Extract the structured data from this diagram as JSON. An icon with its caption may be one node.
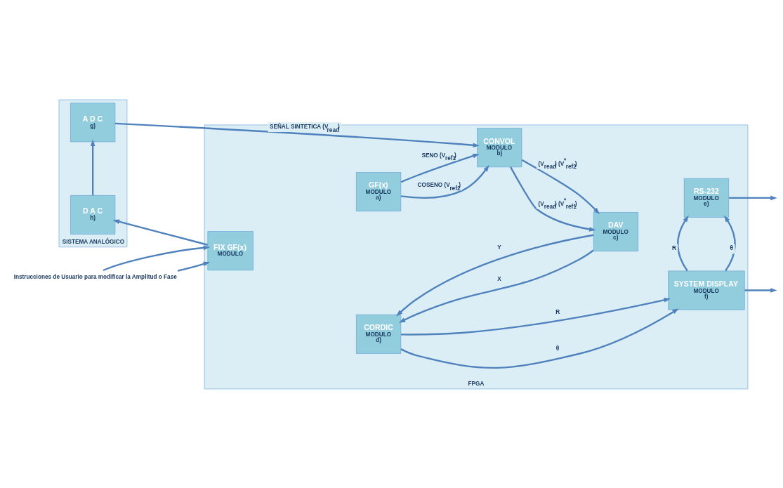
{
  "diagram": {
    "nodes": [
      {
        "text": [
          "SISTEMA ANALÓGICO"
        ]
      },
      {
        "text": [
          "A D C",
          "g)"
        ],
        "in": 0
      },
      {
        "text": [
          "D A C",
          "h)"
        ],
        "in": 0
      },
      {
        "text": [
          "FPGA"
        ]
      },
      {
        "text": [
          "CORDIC",
          "MODULO",
          "d)"
        ],
        "in": 3
      },
      {
        "text": [
          "DAV",
          "MODULO",
          "c)"
        ],
        "in": 3
      },
      {
        "text": [
          "SYSTEM DISPLAY",
          "MODULO",
          "f)"
        ],
        "in": 3
      },
      {
        "text": [
          "FIX GF(x)",
          "MODULO"
        ],
        "in": 3
      },
      {
        "text": [
          "GF(x)",
          "MODULO",
          "a)"
        ],
        "in": 3
      },
      {
        "text": [
          "CONVOL",
          "MODULO",
          "b)"
        ],
        "in": 3
      },
      {
        "text": [
          "RS-232",
          "MODULO",
          "e)"
        ],
        "in": 3
      },
      {
        "text": [
          "Instrucciones de Usuario para modificar la Amplitud o Fase"
        ]
      }
    ],
    "edges": [
      {
        "from": 11,
        "to": 7,
        "arrow": "to"
      },
      {
        "from": 11,
        "to": 7,
        "arrow": "to"
      },
      {
        "from": 1,
        "to": 9,
        "arrow": "to",
        "label": "SEÑAL SINTETICA (V$_{read}$)"
      },
      {
        "from": 8,
        "to": 9,
        "arrow": "to",
        "label": "COSENO (V$_{ref2}$)"
      },
      {
        "from": 8,
        "to": 9,
        "arrow": "to",
        "label": "SENO (V$_{ref1}$)"
      },
      {
        "from": 9,
        "to": 5,
        "arrow": "to",
        "label": "(V$_{read}$) (V$^{*}$$_{ref1}$)"
      },
      {
        "from": 9,
        "to": 5,
        "arrow": "to",
        "label": "(V$_{read}$) (V$^{*}$$_{ref2}$)"
      },
      {
        "from": 5,
        "to": 4,
        "arrow": "to",
        "label": "X"
      },
      {
        "from": 5,
        "to": 4,
        "arrow": "to",
        "label": "Y"
      },
      {
        "from": 4,
        "to": 6,
        "arrow": "to",
        "label": "θ"
      },
      {
        "from": 4,
        "to": 6,
        "arrow": "to",
        "label": "R"
      },
      {
        "from": 6,
        "to": 10,
        "arrow": "to",
        "label": "θ"
      },
      {
        "from": 6,
        "to": 10,
        "arrow": "to",
        "label": "R"
      },
      {
        "from": 6,
        "to": null,
        "arrow": "to"
      },
      {
        "from": 10,
        "to": null,
        "arrow": "to"
      },
      {
        "from": 7,
        "to": 2,
        "arrow": "to"
      },
      {
        "from": 2,
        "to": 1,
        "arrow": "to"
      }
    ]
  }
}
